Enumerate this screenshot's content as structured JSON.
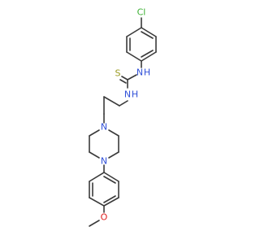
{
  "molecule": {
    "atoms": {
      "chlorine": "Cl",
      "sulfur": "S",
      "thiourea_nh_1": "N",
      "thiourea_nh_1_h": "H",
      "thiourea_nh_2": "N",
      "thiourea_nh_2_h": "H",
      "piperazine_n_top": "N",
      "piperazine_n_bottom": "N",
      "methoxy_oxygen": "O"
    },
    "colors": {
      "bond": "#3a3a3a",
      "chlorine": "#3cb033",
      "sulfur": "#9a9a20",
      "nitrogen": "#3050d8",
      "oxygen": "#e02020"
    }
  }
}
